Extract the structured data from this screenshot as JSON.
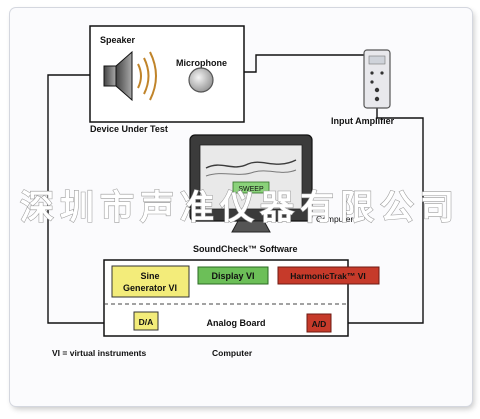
{
  "labels": {
    "speaker": "Speaker",
    "microphone": "Microphone",
    "device_under_test": "Device Under Test",
    "input_amplifier": "Input Amplifier",
    "computer_top": "Computer",
    "soundcheck_software": "SoundCheck™ Software",
    "sine_generator_line1": "Sine",
    "sine_generator_line2": "Generator VI",
    "display_vi": "Display VI",
    "harmonictrak_vi": "HarmonicTrak™ VI",
    "da": "D/A",
    "analog_board": "Analog Board",
    "ad": "A/D",
    "vi_legend": "VI = virtual instruments",
    "computer_bottom": "Computer",
    "screen_readout": "SWEEP"
  },
  "watermark": "深圳市声准仪器有限公司",
  "colors": {
    "sine_box": "#f3ec7a",
    "display_box": "#6cbf58",
    "harmonic_box": "#c63a2a",
    "ad_box": "#c63a2a",
    "monitor_frame": "#3b3b3b",
    "screen": "#e9e9e9"
  }
}
